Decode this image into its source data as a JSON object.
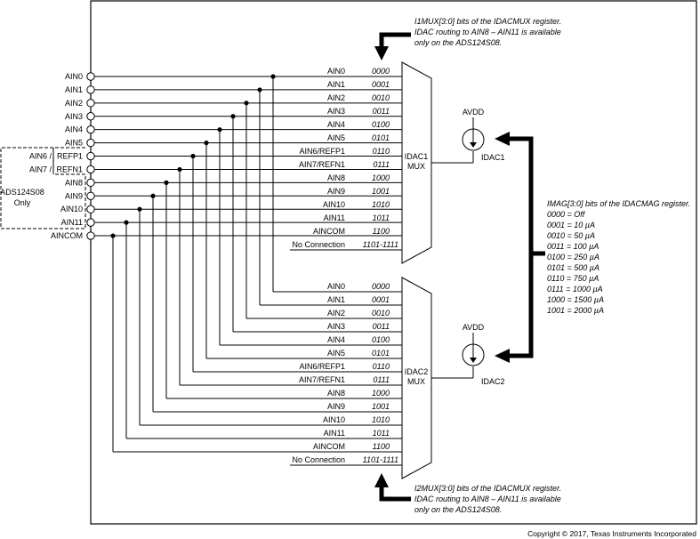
{
  "pins": [
    "AIN0",
    "AIN1",
    "AIN2",
    "AIN3",
    "AIN4",
    "AIN5",
    "AIN6 / REFP1",
    "AIN7 / REFN1",
    "AIN8",
    "AIN9",
    "AIN10",
    "AIN11",
    "AINCOM"
  ],
  "pin_labels": {
    "ain6_part1": "AIN6 /",
    "ain6_part2": "REFP1",
    "ain7_part1": "AIN7 /",
    "ain7_part2": "REFN1"
  },
  "ads_only_box": {
    "line1": "ADS124S08",
    "line2": "Only"
  },
  "mux_rows": [
    {
      "label": "AIN0",
      "code": "0000"
    },
    {
      "label": "AIN1",
      "code": "0001"
    },
    {
      "label": "AIN2",
      "code": "0010"
    },
    {
      "label": "AIN3",
      "code": "0011"
    },
    {
      "label": "AIN4",
      "code": "0100"
    },
    {
      "label": "AIN5",
      "code": "0101"
    },
    {
      "label": "AIN6/REFP1",
      "code": "0110"
    },
    {
      "label": "AIN7/REFN1",
      "code": "0111"
    },
    {
      "label": "AIN8",
      "code": "1000"
    },
    {
      "label": "AIN9",
      "code": "1001"
    },
    {
      "label": "AIN10",
      "code": "1010"
    },
    {
      "label": "AIN11",
      "code": "1011"
    },
    {
      "label": "AINCOM",
      "code": "1100"
    },
    {
      "label": "No Connection",
      "code": "1101-1111"
    }
  ],
  "mux1": {
    "line1": "IDAC1",
    "line2": "MUX",
    "source_label": "IDAC1",
    "supply": "AVDD"
  },
  "mux2": {
    "line1": "IDAC2",
    "line2": "MUX",
    "source_label": "IDAC2",
    "supply": "AVDD"
  },
  "note_i1mux": [
    "I1MUX[3:0] bits of the IDACMUX register.",
    "IDAC routing to AIN8 – AIN11 is available",
    "only on the ADS124S08."
  ],
  "note_i2mux": [
    "I2MUX[3:0] bits of the IDACMUX register.",
    "IDAC routing to AIN8 – AIN11 is available",
    "only on the ADS124S08."
  ],
  "imag_note": {
    "title": "IMAG[3:0] bits of the IDACMAG register.",
    "entries": [
      "0000 = Off",
      "0001 = 10 µA",
      "0010 = 50 µA",
      "0011 = 100 µA",
      "0100 = 250 µA",
      "0101 = 500 µA",
      "0110 = 750 µA",
      "0111 = 1000 µA",
      "1000 = 1500 µA",
      "1001 = 2000 µA"
    ]
  },
  "copyright": "Copyright © 2017, Texas Instruments Incorporated"
}
